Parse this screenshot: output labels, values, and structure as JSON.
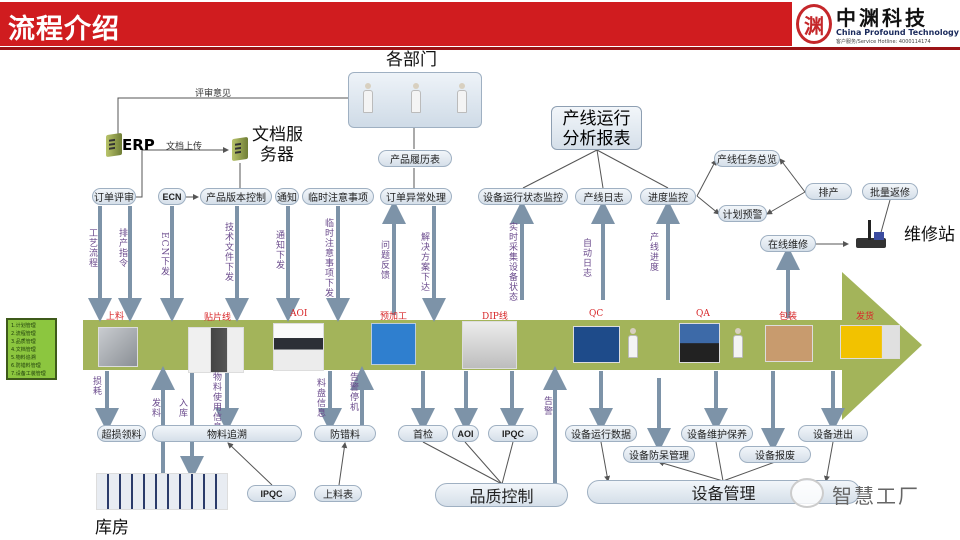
{
  "header": {
    "title": "流程介绍",
    "logo": {
      "seal": "渊",
      "name_cn": "中渊科技",
      "name_en": "China Profound Technology",
      "hotline": "客户服务/Service Hotline: 4000114174"
    }
  },
  "top": {
    "departments": "各部门",
    "review_opinion": "评审意见",
    "erp": "ERP",
    "doc_upload": "文档上传",
    "doc_server": [
      "文档服",
      "务器"
    ],
    "product_history": "产品履历表",
    "report": [
      "产线运行",
      "分析报表"
    ],
    "nodes": [
      "订单评审",
      "ECN",
      "产品版本控制",
      "通知",
      "临时注意事项",
      "订单异常处理",
      "设备运行状态监控",
      "产线日志",
      "进度监控"
    ],
    "task_overview": "产线任务总览",
    "plan_warning": "计划预警",
    "scheduling": "排产",
    "batch_repair": "批量返修",
    "online_repair": "在线维修",
    "repair_station": "维修站"
  },
  "top_flows": [
    "工艺流程",
    "排产指令",
    "ECN下发",
    "技术文件下发",
    "通知下发",
    "临时注意事项下发",
    "问题反馈",
    "解决方案下达",
    "实时采集设备状态",
    "自动日志",
    "产线进度"
  ],
  "legend": [
    "1.计划管理",
    "2.流程管理",
    "3.品质管理",
    "4.文档管理",
    "5.物料追溯",
    "6.防错料管理",
    "7.设备工装管理"
  ],
  "stations": [
    "上料",
    "贴片线",
    "AOI",
    "预加工",
    "DIP线",
    "QC",
    "QA",
    "包装",
    "发货"
  ],
  "bottom_flows": [
    "损耗",
    "发料",
    "入库",
    "物料使用信息",
    "料盘信息",
    "告警停机",
    "告警"
  ],
  "bottom": {
    "nodes": [
      "超损领料",
      "物料追溯",
      "防错料",
      "首检",
      "AOI",
      "IPQC",
      "设备运行数据",
      "设备防呆管理",
      "设备维护保养",
      "设备报废",
      "设备进出"
    ],
    "ipqc": "IPQC",
    "feed_table": "上料表",
    "quality_control": "品质控制",
    "equipment_mgmt": "设备管理",
    "warehouse": "库房"
  },
  "watermark": "智慧工厂",
  "colors": {
    "header_red": "#d01c1f",
    "arrow_green": "#a3b45a",
    "flow_arrow": "#7d93a8",
    "station_red": "#d8282a",
    "flow_label": "#6a4a8c"
  }
}
